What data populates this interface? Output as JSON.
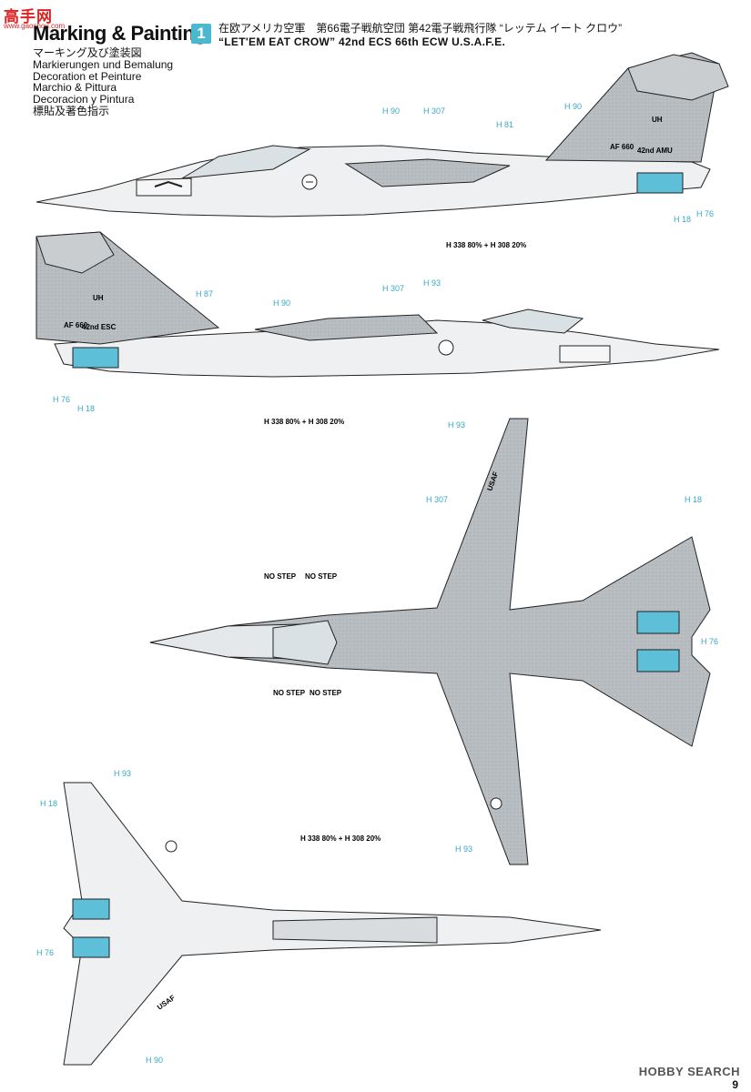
{
  "logo": {
    "cn": "高手网",
    "url": "www.gaoshou.com"
  },
  "title": "Marking & Painting",
  "title_lines": [
    "マーキング及び塗装図",
    "Markierungen und Bemalung",
    "Decoration et Peinture",
    "Marchio & Pittura",
    "Decoracion y Pintura",
    "標貼及著色指示"
  ],
  "badge": "1",
  "caption": {
    "line1": "在欧アメリカ空軍　第66電子戦航空団 第42電子戦飛行隊 “レッテム イート クロウ”",
    "line2": "“LET'EM EAT CROW” 42nd ECS 66th ECW  U.S.A.F.E."
  },
  "side1": {
    "tail_code": "UH",
    "tail_text": "42nd AMU",
    "serial": "AF 660",
    "mix": [
      "H 338 80% + H 308 20%"
    ]
  },
  "side2": {
    "tail_code": "UH",
    "tail_text": "42nd ESC",
    "serial": "AF 660"
  },
  "top_text": "USAF",
  "bottom_text": "USAF",
  "top_mix": "H 338 80% + H 308 20%",
  "step_labels": [
    "NO STEP",
    "NO STEP",
    "NO STEP",
    "NO STEP"
  ],
  "footer": {
    "site": "HOBBY SEARCH",
    "page": "9"
  }
}
